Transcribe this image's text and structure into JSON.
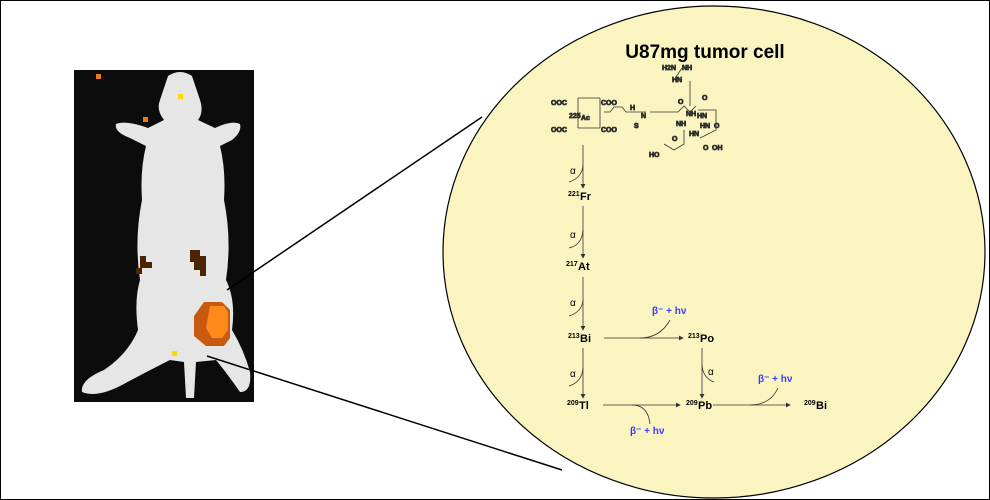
{
  "title": "U87mg tumor cell",
  "molecule": {
    "chelator_labels": [
      "OOC",
      "COO",
      "OOC",
      "COO"
    ],
    "metal": "Ac",
    "metal_mass": "225",
    "groups": [
      "H2N",
      "NH",
      "HN",
      "H",
      "N",
      "N",
      "H",
      "S",
      "O",
      "NH",
      "HN",
      "NH",
      "HN",
      "O",
      "O",
      "HN",
      "O",
      "O",
      "OH",
      "HO"
    ]
  },
  "decay_chain": {
    "nuclides": [
      {
        "mass": "221",
        "symbol": "Fr"
      },
      {
        "mass": "217",
        "symbol": "At"
      },
      {
        "mass": "213",
        "symbol": "Bi"
      },
      {
        "mass": "213",
        "symbol": "Po"
      },
      {
        "mass": "209",
        "symbol": "Tl"
      },
      {
        "mass": "209",
        "symbol": "Pb"
      },
      {
        "mass": "209",
        "symbol": "Bi"
      }
    ],
    "alpha_label": "α",
    "beta_label": "β⁻ + hν"
  },
  "colors": {
    "cell_fill": "#faf5c0",
    "beta_text": "#3a3aff",
    "tumor_signal": "#f07a10",
    "weak_signal": "#4a2500"
  }
}
